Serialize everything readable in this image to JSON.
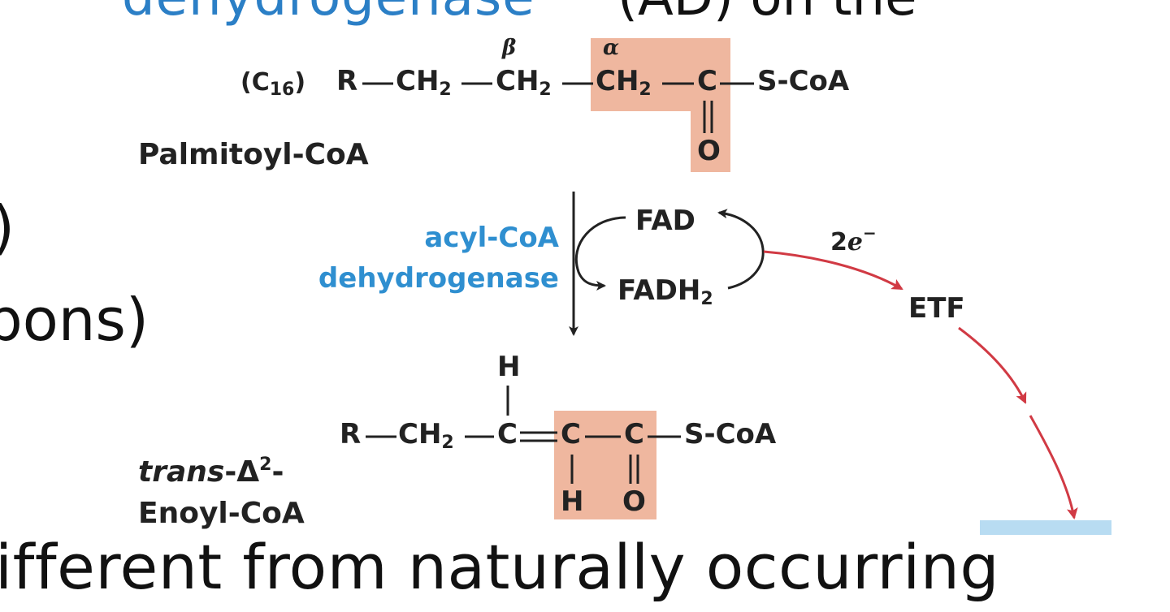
{
  "background_text": {
    "top_blue": "dehydrogenase",
    "top_dark": "(AD) on the",
    "paren": ")",
    "bons": "bons)",
    "bottom_line": "ifferent from naturally occurring"
  },
  "palmitoyl": {
    "chain_label": "(C16)",
    "r": "R",
    "ch2_1": "CH2",
    "ch2_beta": "CH2",
    "ch2_alpha": "CH2",
    "carbonyl_c": "C",
    "carbonyl_o": "O",
    "scoa": "S-CoA",
    "beta_label": "β",
    "alpha_label": "α",
    "name": "Palmitoyl-CoA"
  },
  "reaction": {
    "enzyme_line1": "acyl-CoA",
    "enzyme_line2": "dehydrogenase",
    "fad": "FAD",
    "fadh2": "FADH2",
    "electrons": "2e−",
    "etf": "ETF"
  },
  "enoyl": {
    "r": "R",
    "ch2": "CH2",
    "c_beta": "C",
    "h_top": "H",
    "c_alpha": "C",
    "h_bottom": "H",
    "carbonyl_c": "C",
    "carbonyl_o": "O",
    "scoa": "S-CoA",
    "name_line1": "trans-Δ2-",
    "name_line2": "Enoyl-CoA"
  },
  "colors": {
    "highlight": "#efb79f",
    "enzyme_blue": "#2f8fd0",
    "electron_red": "#d13a44",
    "acceptor_blue": "#b8dcf2"
  }
}
